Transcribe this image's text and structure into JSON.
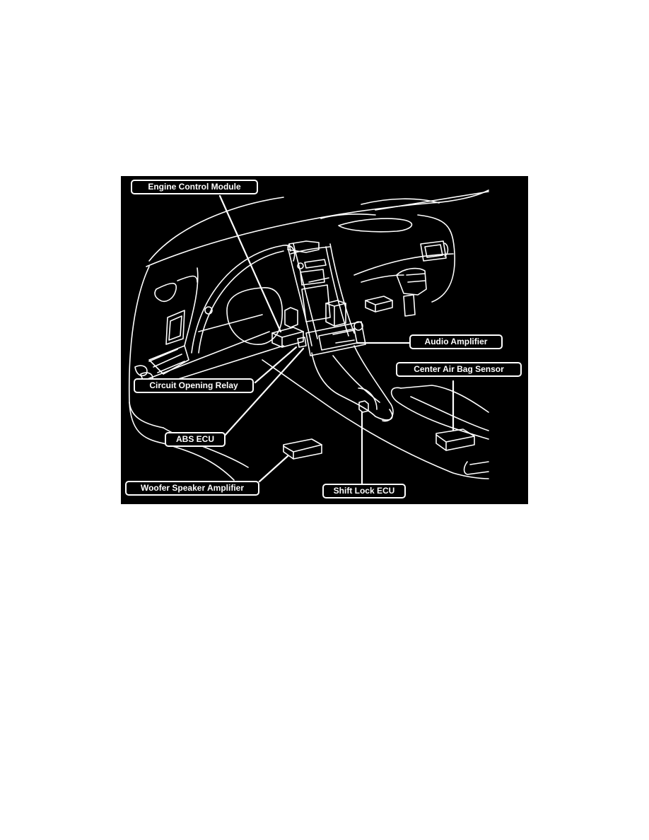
{
  "figure": {
    "description": "Dashboard component location diagram (white line art on black)",
    "background_color": "#000000",
    "line_color": "#ffffff",
    "labels": [
      {
        "id": "engine-control-module",
        "text": "Engine Control Module"
      },
      {
        "id": "audio-amplifier",
        "text": "Audio Amplifier"
      },
      {
        "id": "center-air-bag-sensor",
        "text": "Center Air Bag Sensor"
      },
      {
        "id": "circuit-opening-relay",
        "text": "Circuit Opening Relay"
      },
      {
        "id": "abs-ecu",
        "text": "ABS ECU"
      },
      {
        "id": "woofer-speaker-amplifier",
        "text": "Woofer Speaker Amplifier"
      },
      {
        "id": "shift-lock-ecu",
        "text": "Shift Lock ECU"
      }
    ]
  }
}
